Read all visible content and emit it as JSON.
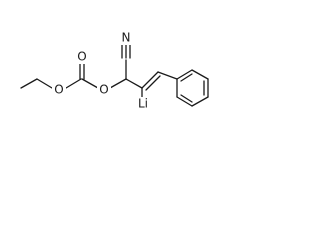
{
  "atoms": {
    "oxygen_carbonyl": "O",
    "oxygen_ethoxy": "O",
    "oxygen_ester": "O",
    "nitrogen": "N",
    "lithium": "Li"
  }
}
